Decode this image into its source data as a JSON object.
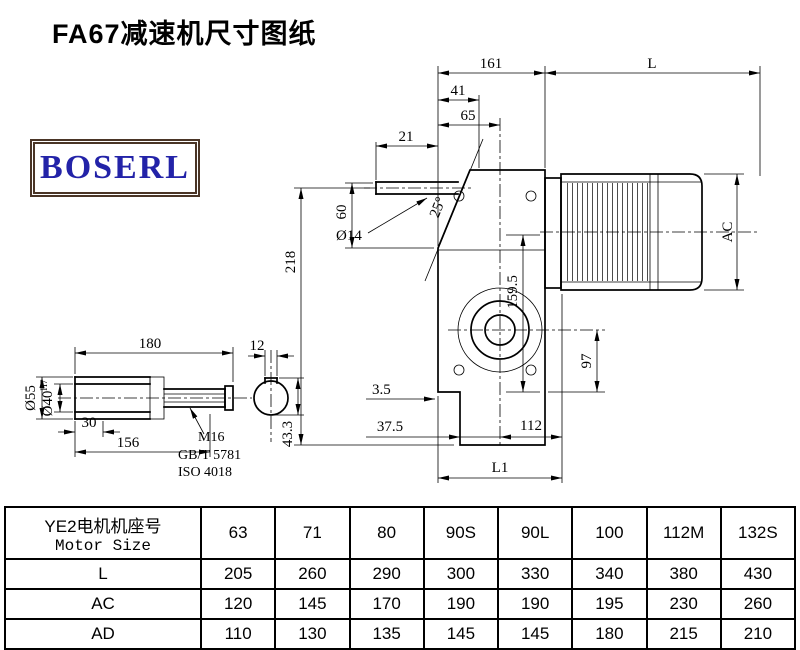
{
  "page": {
    "title": "FA67减速机尺寸图纸"
  },
  "logo": {
    "text": "BOSERL"
  },
  "drawing": {
    "dims": {
      "d161": "161",
      "dL": "L",
      "d41": "41",
      "d65": "65",
      "d21": "21",
      "d60": "60",
      "d218": "218",
      "dia14": "Ø14",
      "angle25": "25°",
      "d159_5": "159.5",
      "dAC": "AC",
      "d97": "97",
      "d3_5": "3.5",
      "d37_5": "37.5",
      "d112": "112",
      "dL1": "L1",
      "d180": "180",
      "d12": "12",
      "dia55": "Ø55",
      "dia40": "Ø40",
      "dia40_tol": "H7",
      "d30": "30",
      "d156": "156",
      "m16": "M16",
      "gb": "GB/T 5781",
      "iso": "ISO 4018",
      "d43_3": "43.3"
    }
  },
  "table": {
    "header_line1": "YE2电机机座号",
    "header_line2": "Motor Size",
    "sizes": [
      "63",
      "71",
      "80",
      "90S",
      "90L",
      "100",
      "112M",
      "132S"
    ],
    "rows": [
      {
        "label": "L",
        "values": [
          "205",
          "260",
          "290",
          "300",
          "330",
          "340",
          "380",
          "430"
        ]
      },
      {
        "label": "AC",
        "values": [
          "120",
          "145",
          "170",
          "190",
          "190",
          "195",
          "230",
          "260"
        ]
      },
      {
        "label": "AD",
        "values": [
          "110",
          "130",
          "135",
          "145",
          "145",
          "180",
          "215",
          "210"
        ]
      }
    ]
  }
}
